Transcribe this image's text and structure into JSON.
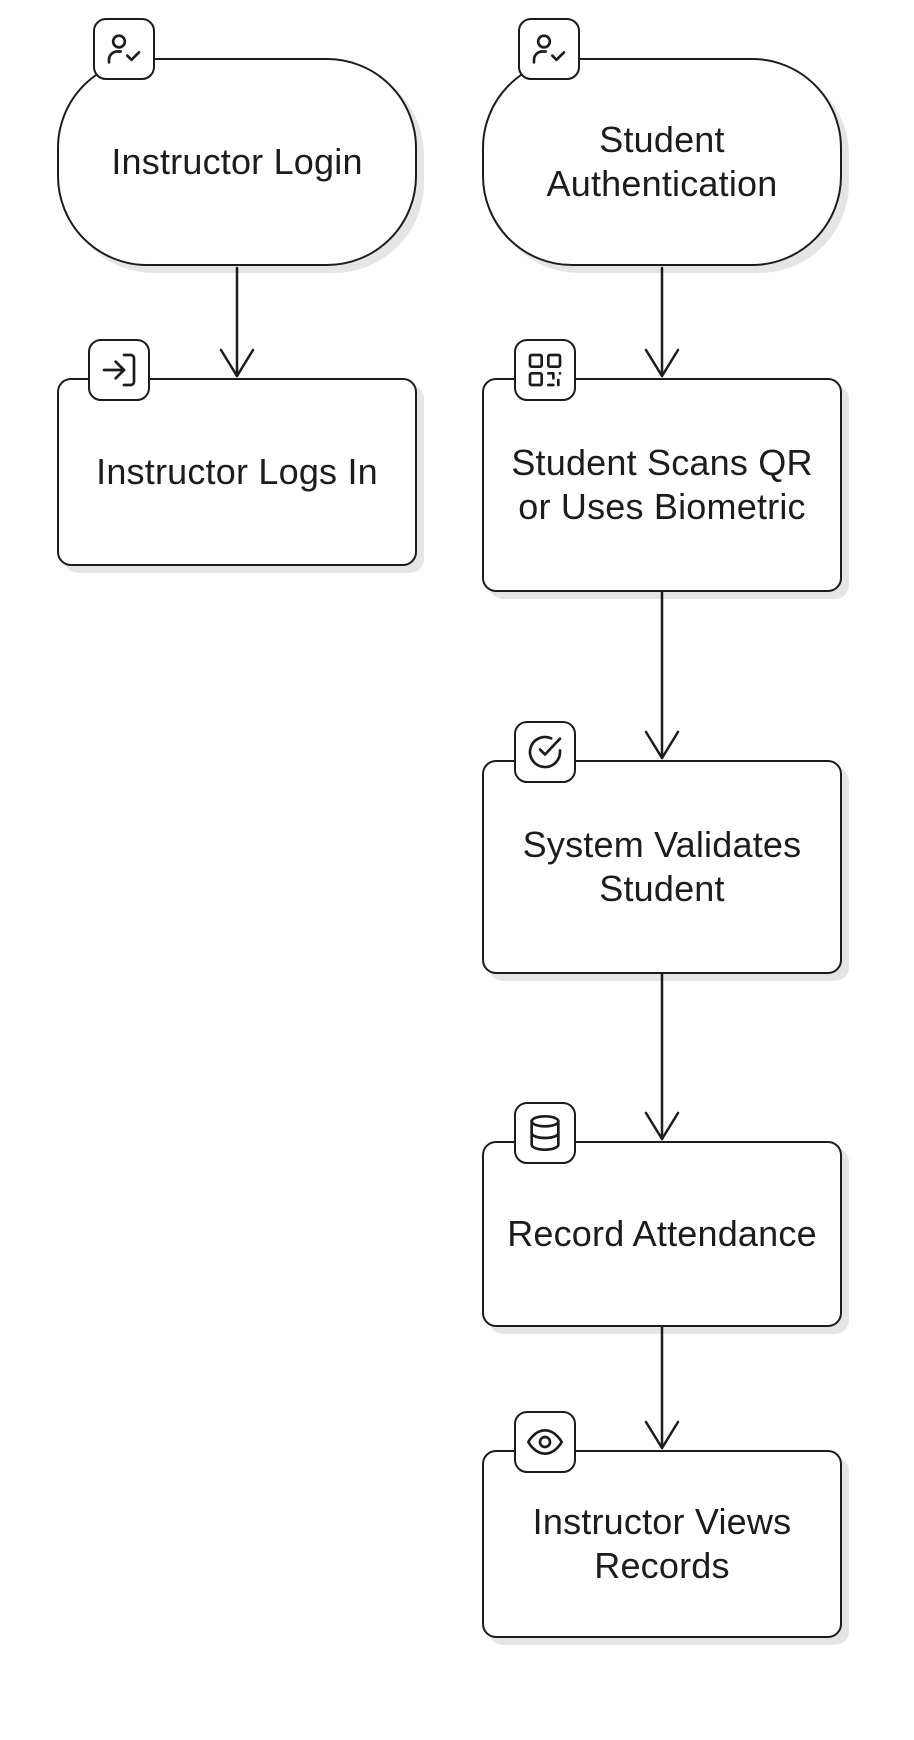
{
  "diagram": {
    "nodes": {
      "instructor_login": {
        "label": "Instructor Login",
        "icon": "user-check-icon"
      },
      "instructor_logs_in": {
        "label": "Instructor Logs In",
        "icon": "log-in-icon"
      },
      "student_authentication": {
        "label": "Student Authentication",
        "icon": "user-check-icon"
      },
      "student_scans": {
        "label": "Student Scans QR or Uses Biometric",
        "icon": "qr-code-icon"
      },
      "system_validates": {
        "label": "System Validates Student",
        "icon": "check-circle-icon"
      },
      "record_attendance": {
        "label": "Record Attendance",
        "icon": "database-icon"
      },
      "instructor_views": {
        "label": "Instructor Views Records",
        "icon": "eye-icon"
      }
    },
    "edges": [
      {
        "from": "Instructor Login",
        "to": "Instructor Logs In"
      },
      {
        "from": "Student Authentication",
        "to": "Student Scans QR or Uses Biometric"
      },
      {
        "from": "Student Scans QR or Uses Biometric",
        "to": "System Validates Student"
      },
      {
        "from": "System Validates Student",
        "to": "Record Attendance"
      },
      {
        "from": "Record Attendance",
        "to": "Instructor Views Records"
      }
    ],
    "colors": {
      "stroke": "#1c1c1c",
      "fill": "#ffffff",
      "shadow": "#e6e6e6"
    }
  }
}
